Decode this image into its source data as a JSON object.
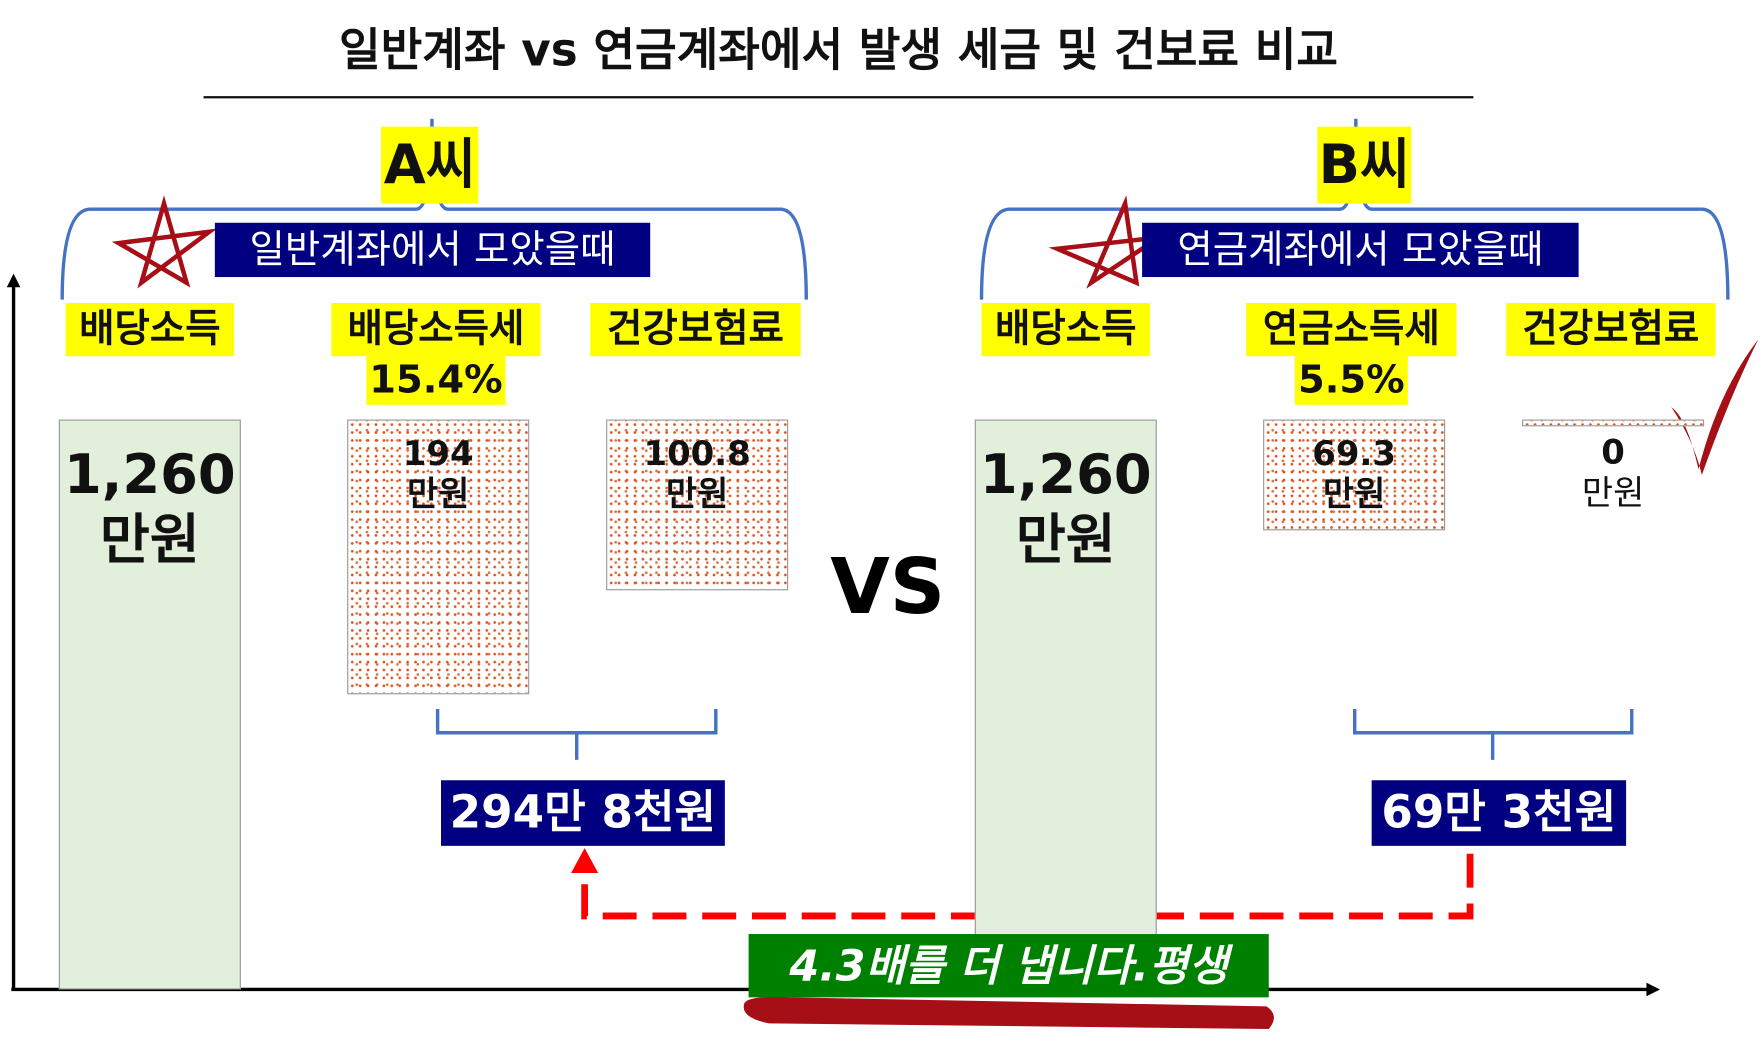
{
  "title": "일반계좌 vs 연금계좌에서 발생 세금 및 건보료 비교",
  "vs": "VS",
  "person_a": {
    "name": "A씨",
    "account": "일반계좌에서 모았을때",
    "labels": {
      "income": "배당소득",
      "tax": "배당소득세",
      "tax_rate": "15.4%",
      "health": "건강보험료"
    },
    "income": {
      "amount": "1,260",
      "unit": "만원"
    },
    "tax": {
      "amount": "194",
      "unit": "만원"
    },
    "health": {
      "amount": "100.8",
      "unit": "만원"
    },
    "total": "294만 8천원"
  },
  "person_b": {
    "name": "B씨",
    "account": "연금계좌에서 모았을때",
    "labels": {
      "income": "배당소득",
      "tax": "연금소득세",
      "tax_rate": "5.5%",
      "health": "건강보험료"
    },
    "income": {
      "amount": "1,260",
      "unit": "만원"
    },
    "tax": {
      "amount": "69.3",
      "unit": "만원"
    },
    "health": {
      "amount": "0",
      "unit": "만원"
    },
    "total": "69만 3천원"
  },
  "conclusion": "4.3배를 더 냅니다.평생",
  "colors": {
    "highlight": "#ffff00",
    "navy": "#000080",
    "bar_fill": "#e2efda",
    "brace": "#4472c4",
    "arrow": "#ff0000",
    "conclusion_bg": "#008000",
    "mark": "#a50f15"
  }
}
